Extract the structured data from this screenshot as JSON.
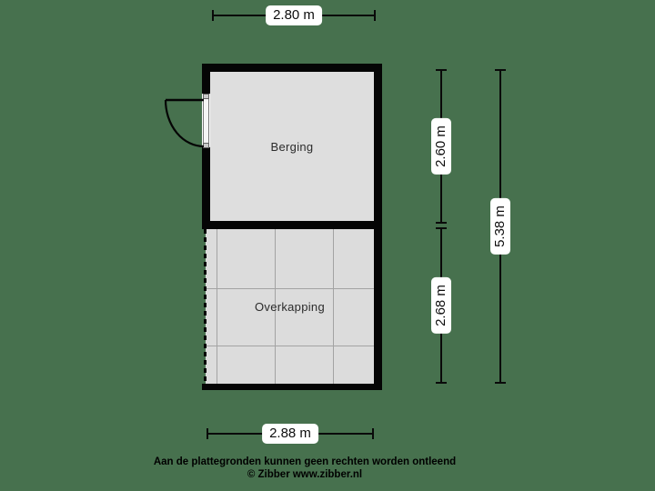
{
  "colors": {
    "background": "#47714e",
    "wall": "#050505",
    "berging_fill": "#dedede",
    "overkapping_fill": "#dcdcdc",
    "grid_line": "#a3a3a3",
    "dimension_label_bg": "#ffffff",
    "text": "#2b2b2b"
  },
  "rooms": [
    {
      "name": "Berging"
    },
    {
      "name": "Overkapping"
    }
  ],
  "dimensions": {
    "top_width": "2.80 m",
    "bottom_width": "2.88 m",
    "berging_height": "2.60 m",
    "overkapping_height": "2.68 m",
    "total_height": "5.38 m"
  },
  "footer": {
    "disclaimer": "Aan de plattegronden kunnen geen rechten worden ontleend",
    "copyright": "© Zibber www.zibber.nl"
  }
}
